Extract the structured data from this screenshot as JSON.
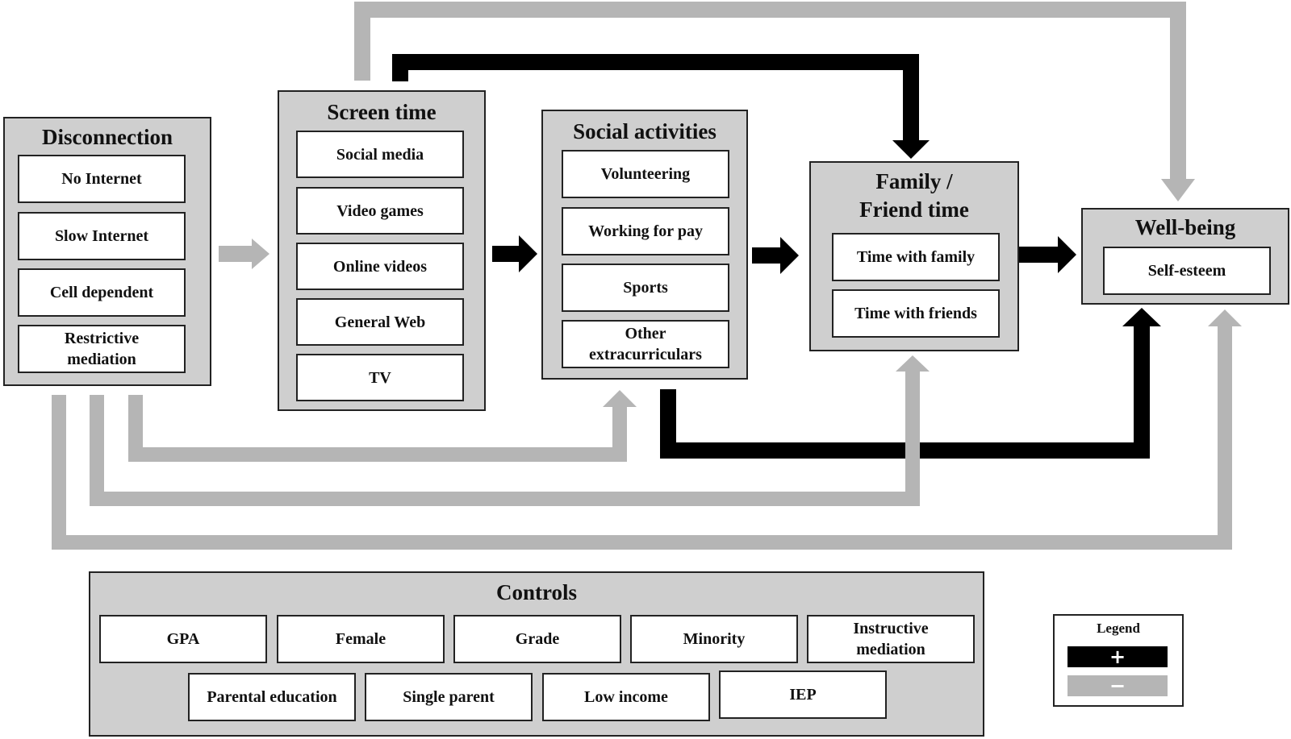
{
  "diagram": {
    "disconnection": {
      "title": "Disconnection",
      "items": [
        "No Internet",
        "Slow Internet",
        "Cell dependent",
        "Restrictive mediation"
      ]
    },
    "screen_time": {
      "title": "Screen time",
      "items": [
        "Social media",
        "Video games",
        "Online videos",
        "General Web",
        "TV"
      ]
    },
    "social_activities": {
      "title": "Social activities",
      "items": [
        "Volunteering",
        "Working for pay",
        "Sports",
        "Other extracurriculars"
      ]
    },
    "family_friend_time": {
      "title": "Family / Friend time",
      "items": [
        "Time with family",
        "Time with friends"
      ]
    },
    "well_being": {
      "title": "Well-being",
      "items": [
        "Self-esteem"
      ]
    },
    "controls": {
      "title": "Controls",
      "row1": [
        "GPA",
        "Female",
        "Grade",
        "Minority",
        "Instructive mediation"
      ],
      "row2": [
        "Parental education",
        "Single parent",
        "Low income",
        "IEP"
      ]
    },
    "legend": {
      "title": "Legend",
      "positive_symbol": "+",
      "negative_symbol": "−"
    },
    "colors": {
      "positive": "#000000",
      "negative": "#b5b5b5",
      "group_fill": "#cfcfcf",
      "item_fill": "#ffffff",
      "border": "#222222"
    },
    "relations": [
      {
        "from": "Disconnection",
        "to": "Screen time",
        "sign": "negative"
      },
      {
        "from": "Screen time",
        "to": "Social activities",
        "sign": "positive"
      },
      {
        "from": "Social activities",
        "to": "Family / Friend time",
        "sign": "positive"
      },
      {
        "from": "Family / Friend time",
        "to": "Well-being",
        "sign": "positive"
      },
      {
        "from": "Screen time",
        "to": "Family / Friend time",
        "sign": "positive"
      },
      {
        "from": "Screen time",
        "to": "Well-being",
        "sign": "negative"
      },
      {
        "from": "Social activities",
        "to": "Well-being",
        "sign": "positive"
      },
      {
        "from": "Disconnection",
        "to": "Social activities",
        "sign": "negative"
      },
      {
        "from": "Disconnection",
        "to": "Family / Friend time",
        "sign": "negative"
      },
      {
        "from": "Disconnection",
        "to": "Well-being",
        "sign": "negative"
      }
    ]
  }
}
